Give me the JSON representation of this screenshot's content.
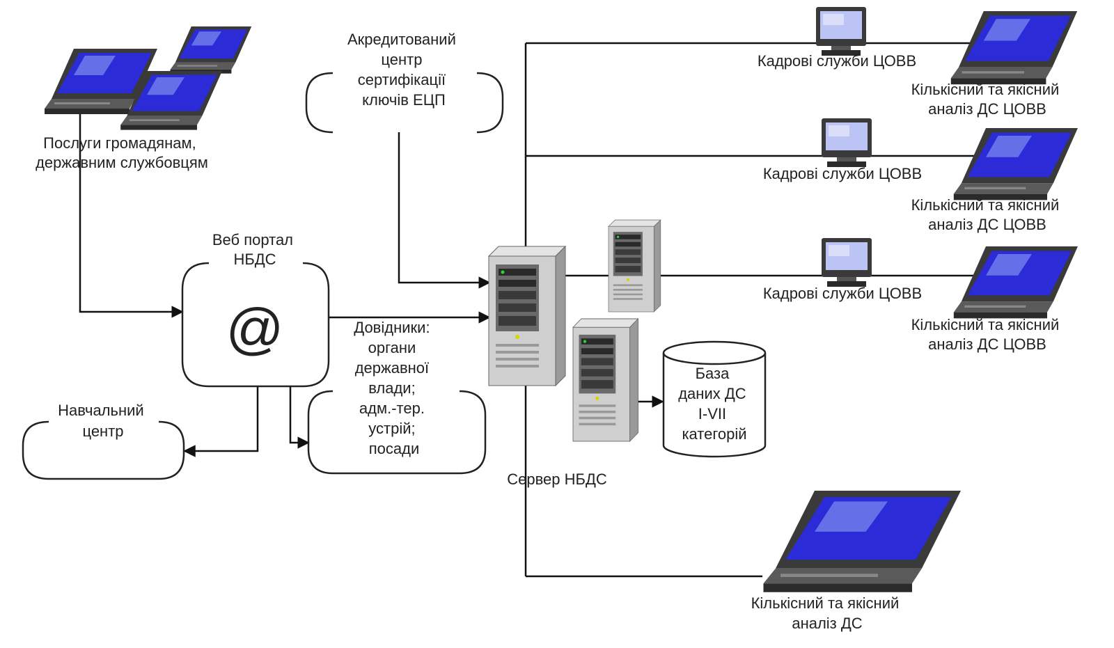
{
  "labels": {
    "services": [
      "Послуги громадянам,",
      "державним службовцям"
    ],
    "accredited": [
      "Акредитований",
      "центр",
      "сертифікації",
      "ключів ЕЦП"
    ],
    "portal": [
      "Веб портал",
      "НБДС"
    ],
    "portal_symbol": "@",
    "training": [
      "Навчальний",
      "центр"
    ],
    "directories": [
      "Довідники:",
      "органи",
      "державної",
      "влади;",
      "адм.-тер.",
      "устрій;",
      "посади"
    ],
    "server": "Сервер НБДС",
    "database": [
      "База",
      "даних ДС",
      "І-VІІ",
      "категорій"
    ],
    "hr_service": "Кадрові служби ЦОВВ",
    "analysis_covv": [
      "Кількісний та якісний",
      "аналіз ДС ЦОВВ"
    ],
    "analysis_ds": [
      "Кількісний та якісний",
      "аналіз ДС"
    ]
  },
  "colors": {
    "screen": "#2b2bd8",
    "screen_highlight": "#9aa8f0",
    "device_body": "#4a4a4a",
    "server_body": "#c8c8c8",
    "line": "#111111"
  }
}
